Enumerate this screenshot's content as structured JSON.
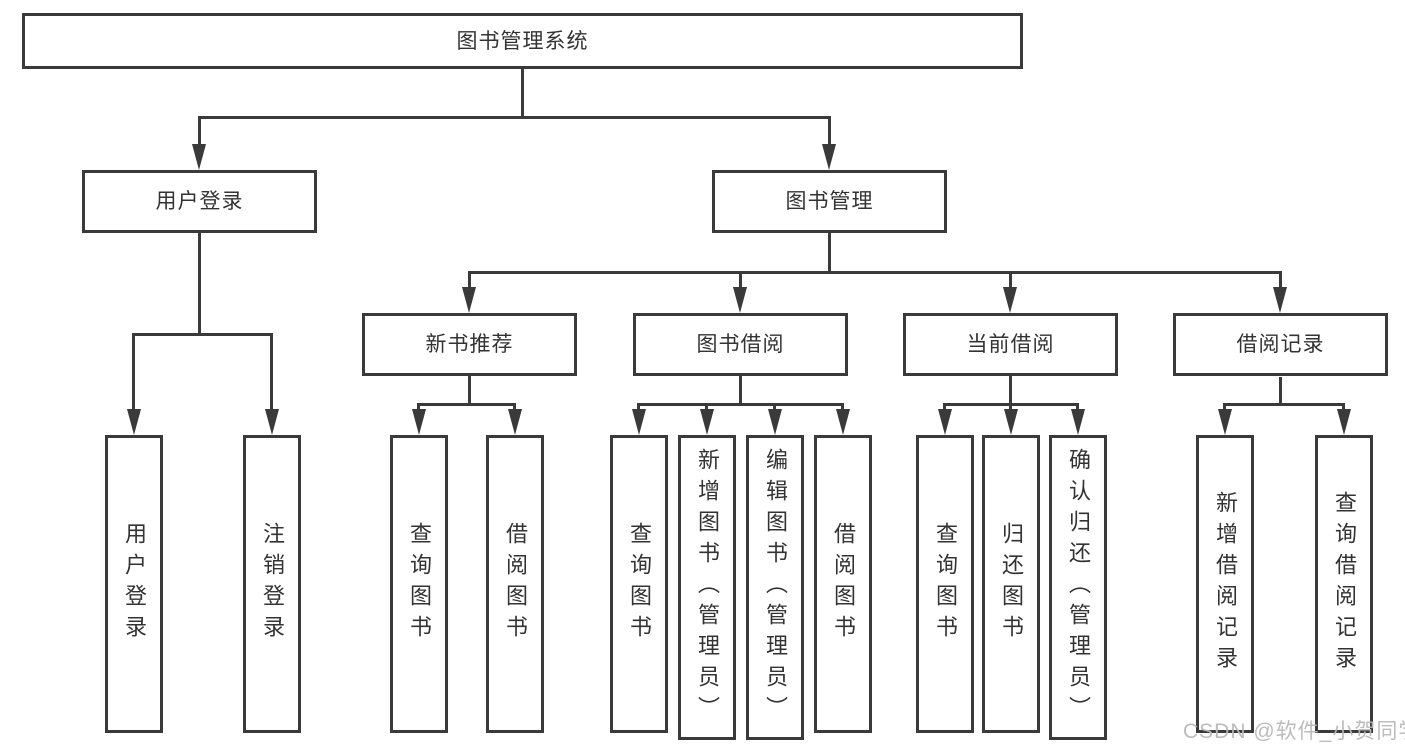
{
  "diagram_title": "图书管理系统",
  "colors": {
    "line": "#3a3a3a",
    "text": "#333333",
    "background": "#ffffff",
    "watermark": "#b9b9b9"
  },
  "nodes": {
    "root": "图书管理系统",
    "user_login": "用户登录",
    "book_mgmt": "图书管理",
    "new_books": "新书推荐",
    "book_borrow": "图书借阅",
    "current_borrow": "当前借阅",
    "borrow_records": "借阅记录",
    "leaves": {
      "user_login": [
        "用户登录",
        "注销登录"
      ],
      "new_books": [
        "查询图书",
        "借阅图书"
      ],
      "book_borrow": [
        "查询图书",
        "新增图书（管理员）",
        "编辑图书（管理员）",
        "借阅图书"
      ],
      "current_borrow": [
        "查询图书",
        "归还图书",
        "确认归还（管理员）"
      ],
      "borrow_records": [
        "新增借阅记录",
        "查询借阅记录"
      ]
    }
  },
  "watermark": "CSDN @软件_小贺同学"
}
